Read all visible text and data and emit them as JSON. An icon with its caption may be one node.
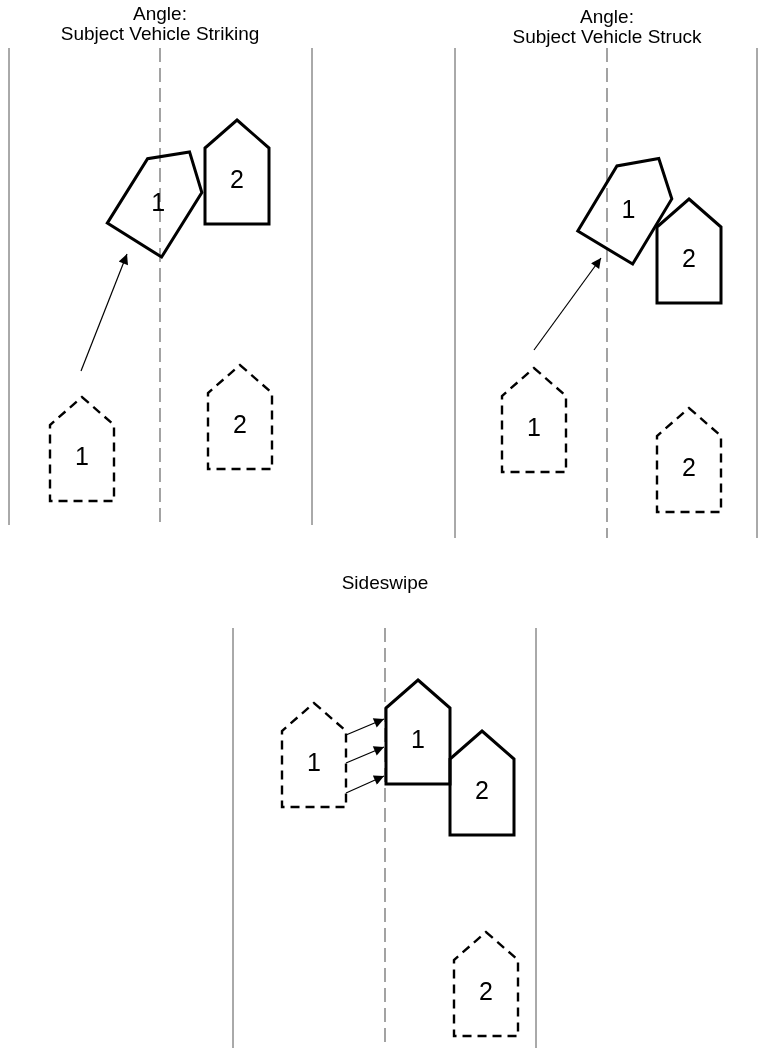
{
  "diagram": {
    "nodes": [
      {
        "text": [
          "1"
        ]
      },
      {
        "text": [
          "2"
        ]
      },
      {
        "text": [
          "2"
        ]
      },
      {
        "text": [
          "1"
        ]
      },
      {
        "text": [
          "1"
        ]
      },
      {
        "text": [
          "2"
        ]
      },
      {
        "text": [
          "1"
        ]
      },
      {
        "text": [
          "2"
        ]
      },
      {
        "text": [
          "1"
        ]
      },
      {
        "text": [
          "1"
        ]
      },
      {
        "text": [
          "2"
        ]
      },
      {
        "text": [
          "2"
        ]
      }
    ],
    "edges": [
      {
        "from": 3,
        "to": 0,
        "arrow": "to"
      },
      {
        "from": 6,
        "to": 4,
        "arrow": "to"
      },
      {
        "from": 8,
        "to": 9,
        "arrow": "to"
      },
      {
        "from": 8,
        "to": 9,
        "arrow": "to"
      },
      {
        "from": 8,
        "to": 9,
        "arrow": "to"
      }
    ],
    "labels": [
      "Angle: Subject Vehicle Striking",
      "Angle: Subject Vehicle Struck",
      "Sideswipe"
    ]
  }
}
